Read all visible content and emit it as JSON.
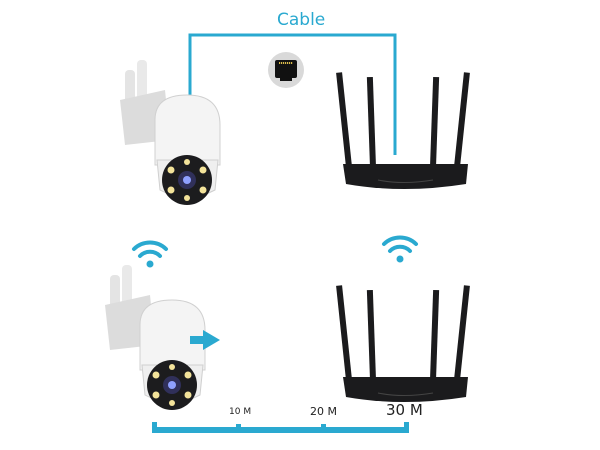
{
  "wired": {
    "label": "Cable",
    "connector_icon": "ethernet-port-icon"
  },
  "wireless": {
    "icon": "wifi-icon"
  },
  "scale": {
    "ticks": [
      "10 M",
      "20 M",
      "30 M"
    ]
  },
  "colors": {
    "accent": "#2aa9d0",
    "device_dark": "#1b1b1d",
    "camera_white": "#f2f2f2"
  }
}
